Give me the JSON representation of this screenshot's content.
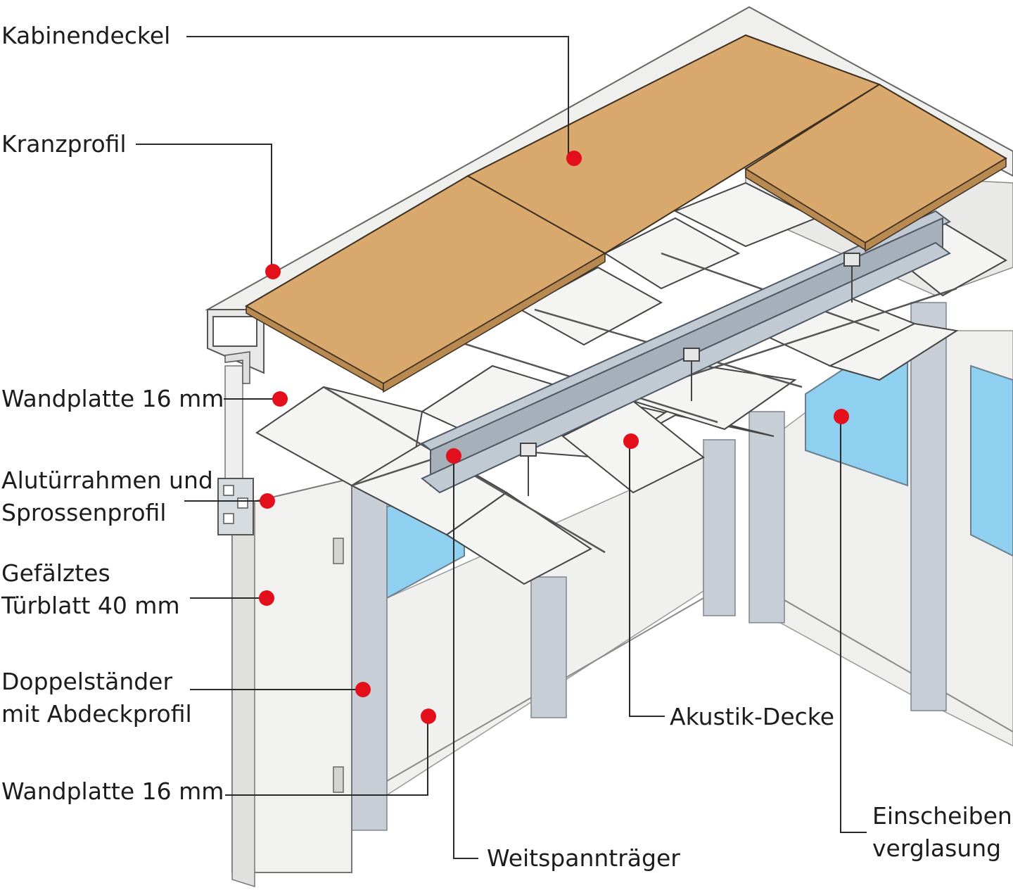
{
  "labels": {
    "kabinendeckel": "Kabinendeckel",
    "kranzprofil": "Kranzprofil",
    "wandplatte_oben": "Wandplatte 16 mm",
    "alutuerrahmen_1": "Alutürrahmen und",
    "alutuerrahmen_2": "Sprossenprofil",
    "tuerblatt_1": "Gefälztes",
    "tuerblatt_2": "Türblatt 40 mm",
    "doppelstaender_1": "Doppelständer",
    "doppelstaender_2": "mit Abdeckprofil",
    "wandplatte_unten": "Wandplatte 16 mm",
    "weitspanntraeger": "Weitspannträger",
    "akustik_decke": "Akustik-Decke",
    "einscheiben_1": "Einscheiben-",
    "einscheiben_2": "verglasung"
  },
  "colors": {
    "marker": "#e3101c",
    "leader": "#2a2a2a",
    "deck": "#d9a86c",
    "steel": "#b3bcc6",
    "glass": "#8fd0f0",
    "panel": "#f1f1f0"
  }
}
